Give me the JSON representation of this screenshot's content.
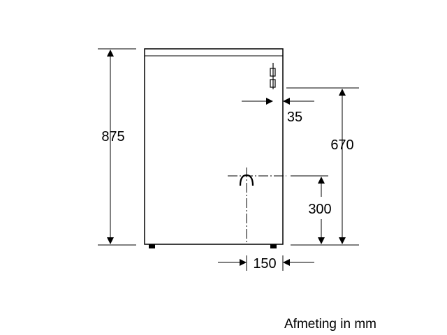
{
  "diagram": {
    "dimensions": {
      "height": "875",
      "connection_offset": "35",
      "connection_height": "670",
      "drain_height": "300",
      "drain_offset": "150"
    },
    "caption": "Afmeting in mm"
  }
}
